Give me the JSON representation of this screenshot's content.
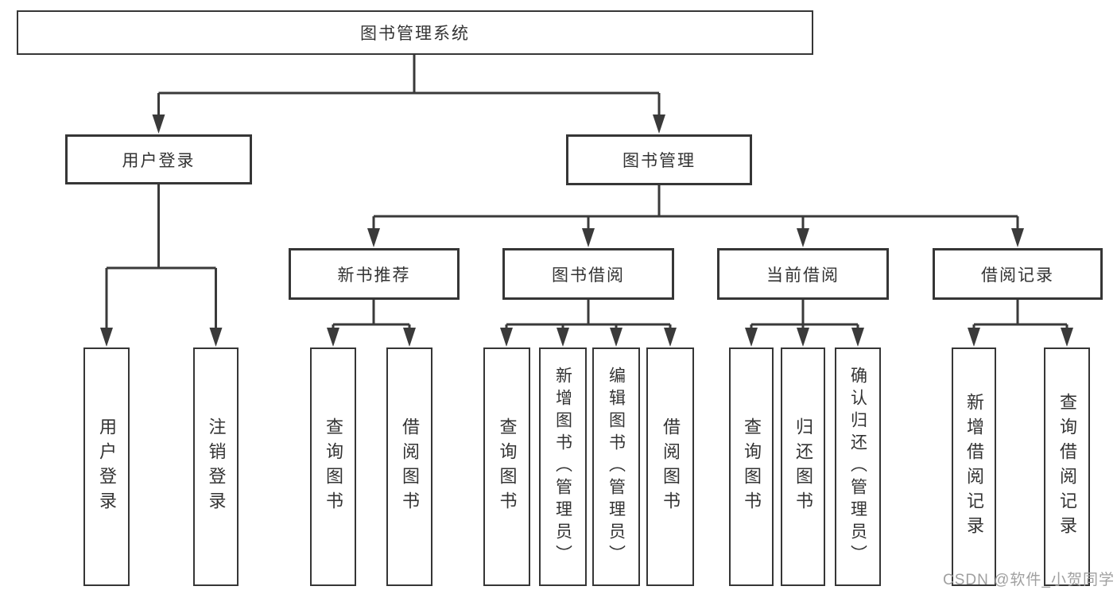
{
  "tree": {
    "label": "图书管理系统",
    "children": [
      {
        "label": "用户登录",
        "children": [
          {
            "label": "用户登录"
          },
          {
            "label": "注销登录"
          }
        ]
      },
      {
        "label": "图书管理",
        "children": [
          {
            "label": "新书推荐",
            "children": [
              {
                "label": "查询图书"
              },
              {
                "label": "借阅图书"
              }
            ]
          },
          {
            "label": "图书借阅",
            "children": [
              {
                "label": "查询图书"
              },
              {
                "label": "新增图书（管理员）"
              },
              {
                "label": "编辑图书（管理员）"
              },
              {
                "label": "借阅图书"
              }
            ]
          },
          {
            "label": "当前借阅",
            "children": [
              {
                "label": "查询图书"
              },
              {
                "label": "归还图书"
              },
              {
                "label": "确认归还（管理员）"
              }
            ]
          },
          {
            "label": "借阅记录",
            "children": [
              {
                "label": "新增借阅记录"
              },
              {
                "label": "查询借阅记录"
              }
            ]
          }
        ]
      }
    ]
  },
  "watermark": "CSDN @软件_小贺同学",
  "colors": {
    "line": "#3a3a3a",
    "box_border": "#363636",
    "text": "#333333",
    "watermark": "#a0a0a0",
    "background": "#ffffff"
  }
}
